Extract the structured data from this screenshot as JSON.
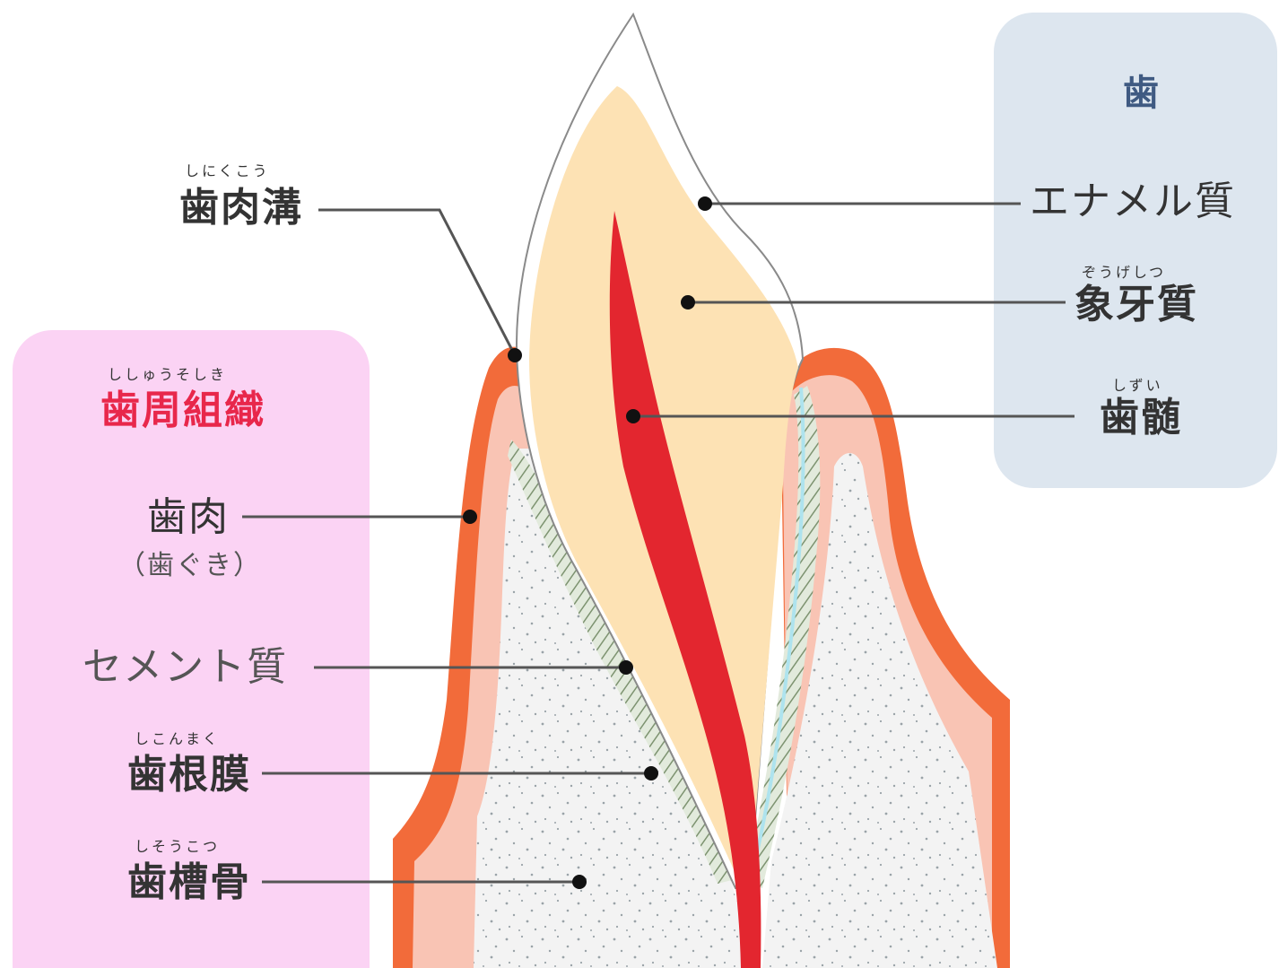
{
  "tooth_panel": {
    "heading": "歯",
    "enamel": "エナメル質",
    "dentin": "象牙質",
    "dentin_ruby": "ぞうげしつ",
    "pulp": "歯髄",
    "pulp_ruby": "しずい"
  },
  "gingival_sulcus": {
    "label": "歯肉溝",
    "ruby": "しにくこう"
  },
  "periodontal_panel": {
    "heading": "歯周組織",
    "heading_ruby": "ししゅうそしき",
    "gum": "歯肉",
    "gum_reading": "（歯ぐき）",
    "cementum": "セメント質",
    "ligament": "歯根膜",
    "ligament_ruby": "しこんまく",
    "bone": "歯槽骨",
    "bone_ruby": "しそうこつ"
  },
  "colors": {
    "tooth_panel": "#dde6ef",
    "periodontal_panel": "#fbd3f4",
    "heading_red": "#e8274b",
    "gum": "#f26b3a",
    "gum_inner": "#f9c4b4",
    "dentin": "#fde2b4",
    "pulp": "#e3262f",
    "bone": "#f4f4f4",
    "enamel": "#ffffff"
  }
}
